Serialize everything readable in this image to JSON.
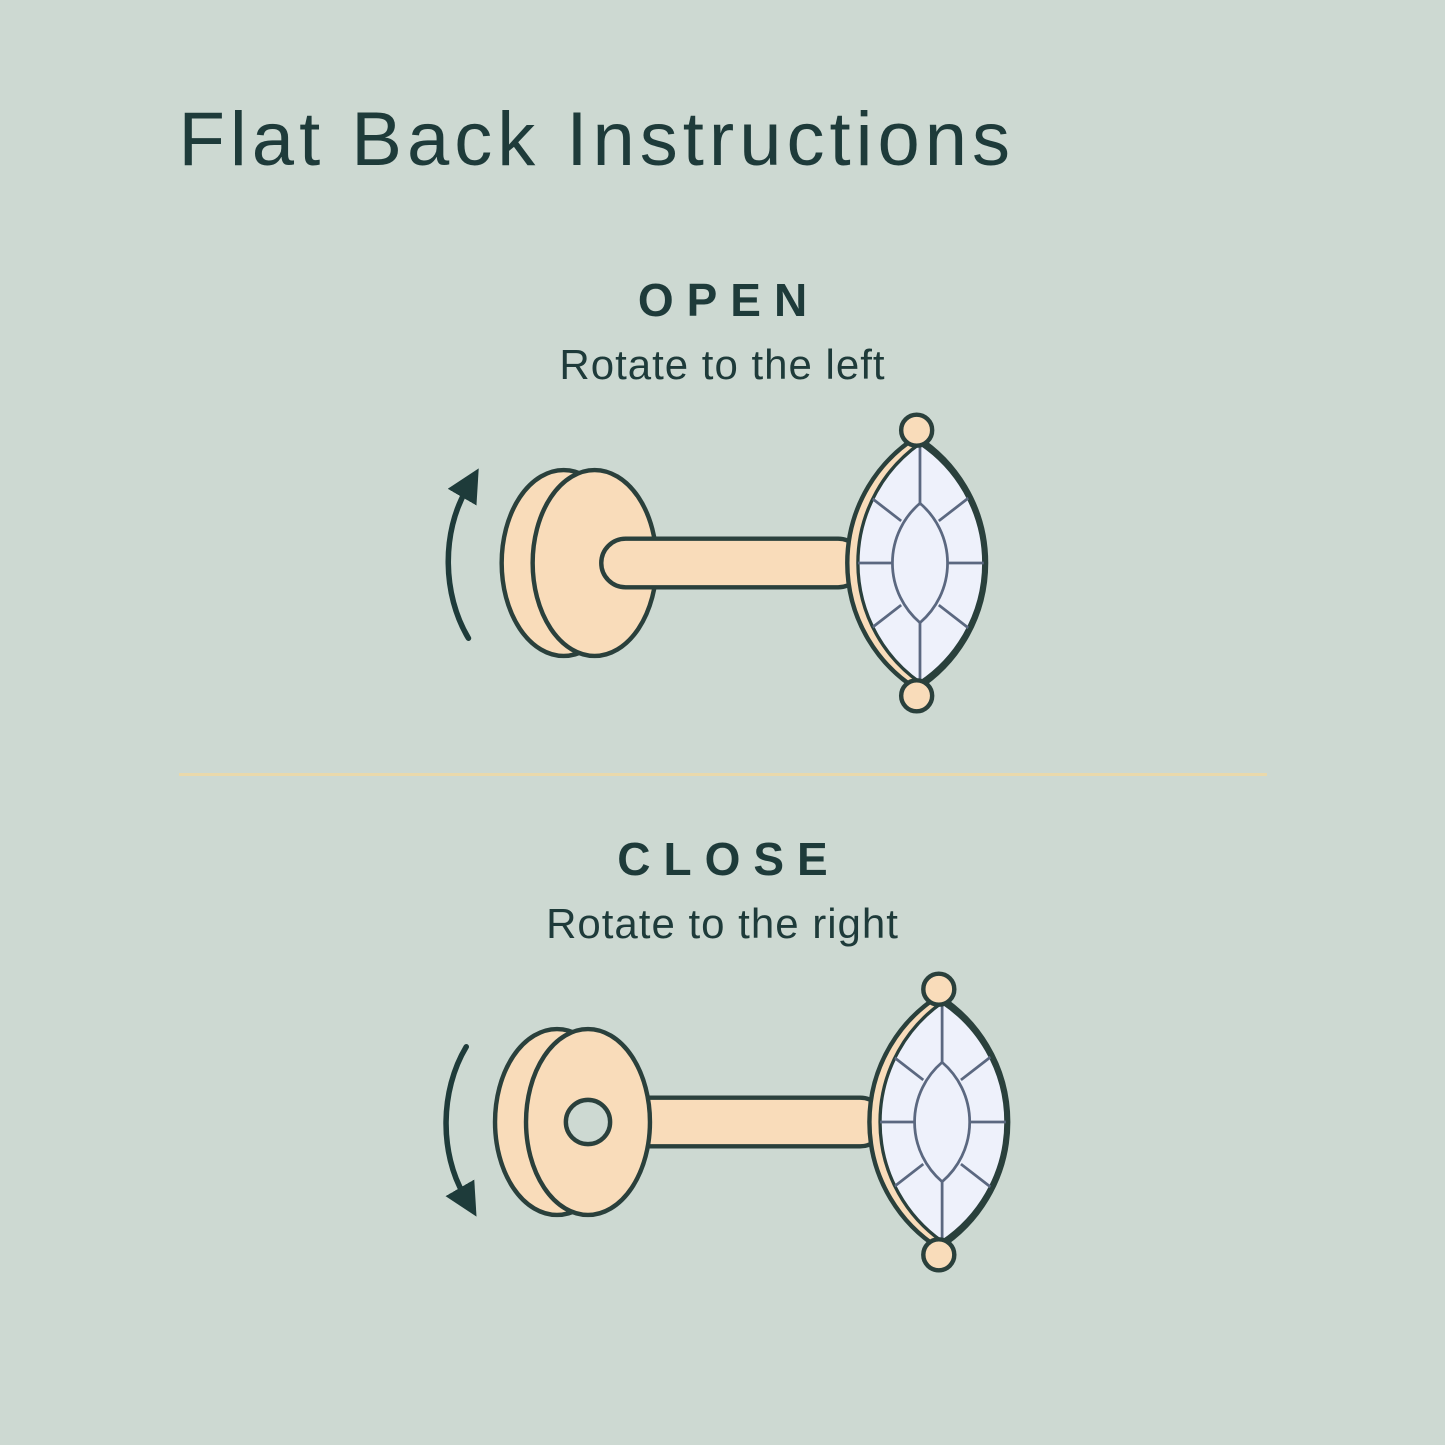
{
  "page": {
    "title": "Flat Back Instructions"
  },
  "sections": {
    "open": {
      "label": "OPEN",
      "instruction": "Rotate to the left",
      "arrow_icon": "rotate-counterclockwise-arrow-icon",
      "illustration": "flat-back-earring-open"
    },
    "close": {
      "label": "CLOSE",
      "instruction": "Rotate to the right",
      "arrow_icon": "rotate-clockwise-arrow-icon",
      "illustration": "flat-back-earring-closed"
    }
  },
  "colors": {
    "background": "#cdd9d2",
    "text": "#1e3b3a",
    "divider": "#ead9ab",
    "metal": "#f9dcba",
    "outline": "#2a403c",
    "gem": "#eef1fb",
    "facet_lines": "#5b6880"
  }
}
